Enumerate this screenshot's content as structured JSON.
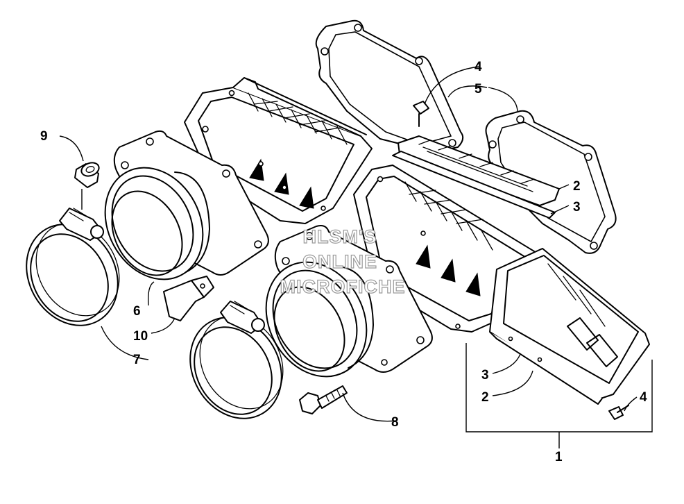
{
  "callouts": {
    "c1": "1",
    "c2a": "2",
    "c2b": "2",
    "c3a": "3",
    "c3b": "3",
    "c4a": "4",
    "c4b": "4",
    "c5": "5",
    "c6": "6",
    "c7": "7",
    "c8": "8",
    "c9": "9",
    "c10": "10"
  },
  "watermark": {
    "line1": "HLSM'S",
    "line2": "ONLINE",
    "line3": "MICROFICHE"
  },
  "colors": {
    "line": "#000000",
    "background": "#ffffff",
    "watermark_outline": "#9a9a9a"
  }
}
